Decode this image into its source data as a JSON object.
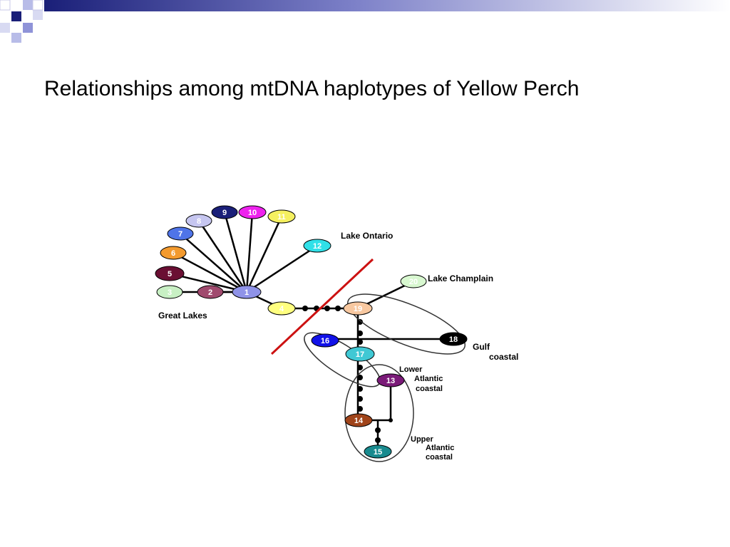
{
  "slide": {
    "title": "Relationships among mtDNA haplotypes of Yellow Perch"
  },
  "network": {
    "colors": {
      "edge": "#000000",
      "divider": "#cc1111"
    },
    "haplotypes": [
      {
        "id": "1",
        "label": "1",
        "fill": "#8f93e8",
        "text_color": "#ffffff"
      },
      {
        "id": "2",
        "label": "2",
        "fill": "#a04a6e",
        "text_color": "#ffffff"
      },
      {
        "id": "3",
        "label": "3",
        "fill": "#c8f0c4",
        "text_color": "#ffffff"
      },
      {
        "id": "4",
        "label": "4",
        "fill": "#ffff80",
        "text_color": "#ffffff"
      },
      {
        "id": "5",
        "label": "5",
        "fill": "#6a0f33",
        "text_color": "#ffffff"
      },
      {
        "id": "6",
        "label": "6",
        "fill": "#f39a2e",
        "text_color": "#ffffff"
      },
      {
        "id": "7",
        "label": "7",
        "fill": "#4f74e8",
        "text_color": "#ffffff"
      },
      {
        "id": "8",
        "label": "8",
        "fill": "#c6c6f0",
        "text_color": "#ffffff"
      },
      {
        "id": "9",
        "label": "9",
        "fill": "#1a1f78",
        "text_color": "#ffffff"
      },
      {
        "id": "10",
        "label": "10",
        "fill": "#ee22ee",
        "text_color": "#ffffff"
      },
      {
        "id": "11",
        "label": "11",
        "fill": "#f5f060",
        "text_color": "#ffffff"
      },
      {
        "id": "12",
        "label": "12",
        "fill": "#30e0e8",
        "text_color": "#ffffff"
      },
      {
        "id": "13",
        "label": "13",
        "fill": "#7a1a78",
        "text_color": "#ffffff"
      },
      {
        "id": "14",
        "label": "14",
        "fill": "#a0441a",
        "text_color": "#ffffff"
      },
      {
        "id": "15",
        "label": "15",
        "fill": "#198a8e",
        "text_color": "#ffffff"
      },
      {
        "id": "16",
        "label": "16",
        "fill": "#1212e8",
        "text_color": "#ffffff"
      },
      {
        "id": "17",
        "label": "17",
        "fill": "#40c8d4",
        "text_color": "#ffffff"
      },
      {
        "id": "18",
        "label": "18",
        "fill": "#000000",
        "text_color": "#ffffff"
      },
      {
        "id": "19",
        "label": "19",
        "fill": "#f8c8a0",
        "text_color": "#ffffff"
      },
      {
        "id": "20",
        "label": "20",
        "fill": "#d8f8d0",
        "text_color": "#ffffff"
      }
    ],
    "regions": {
      "great_lakes": "Great Lakes",
      "lake_ontario": "Lake Ontario",
      "lake_champlain": "Lake Champlain",
      "gulf_line1": "Gulf",
      "gulf_line2": "coastal",
      "lower_line1": "Lower",
      "lower_line2": "Atlantic",
      "lower_line3": "coastal",
      "upper_line1": "Upper",
      "upper_line2": "Atlantic",
      "upper_line3": "coastal"
    }
  }
}
